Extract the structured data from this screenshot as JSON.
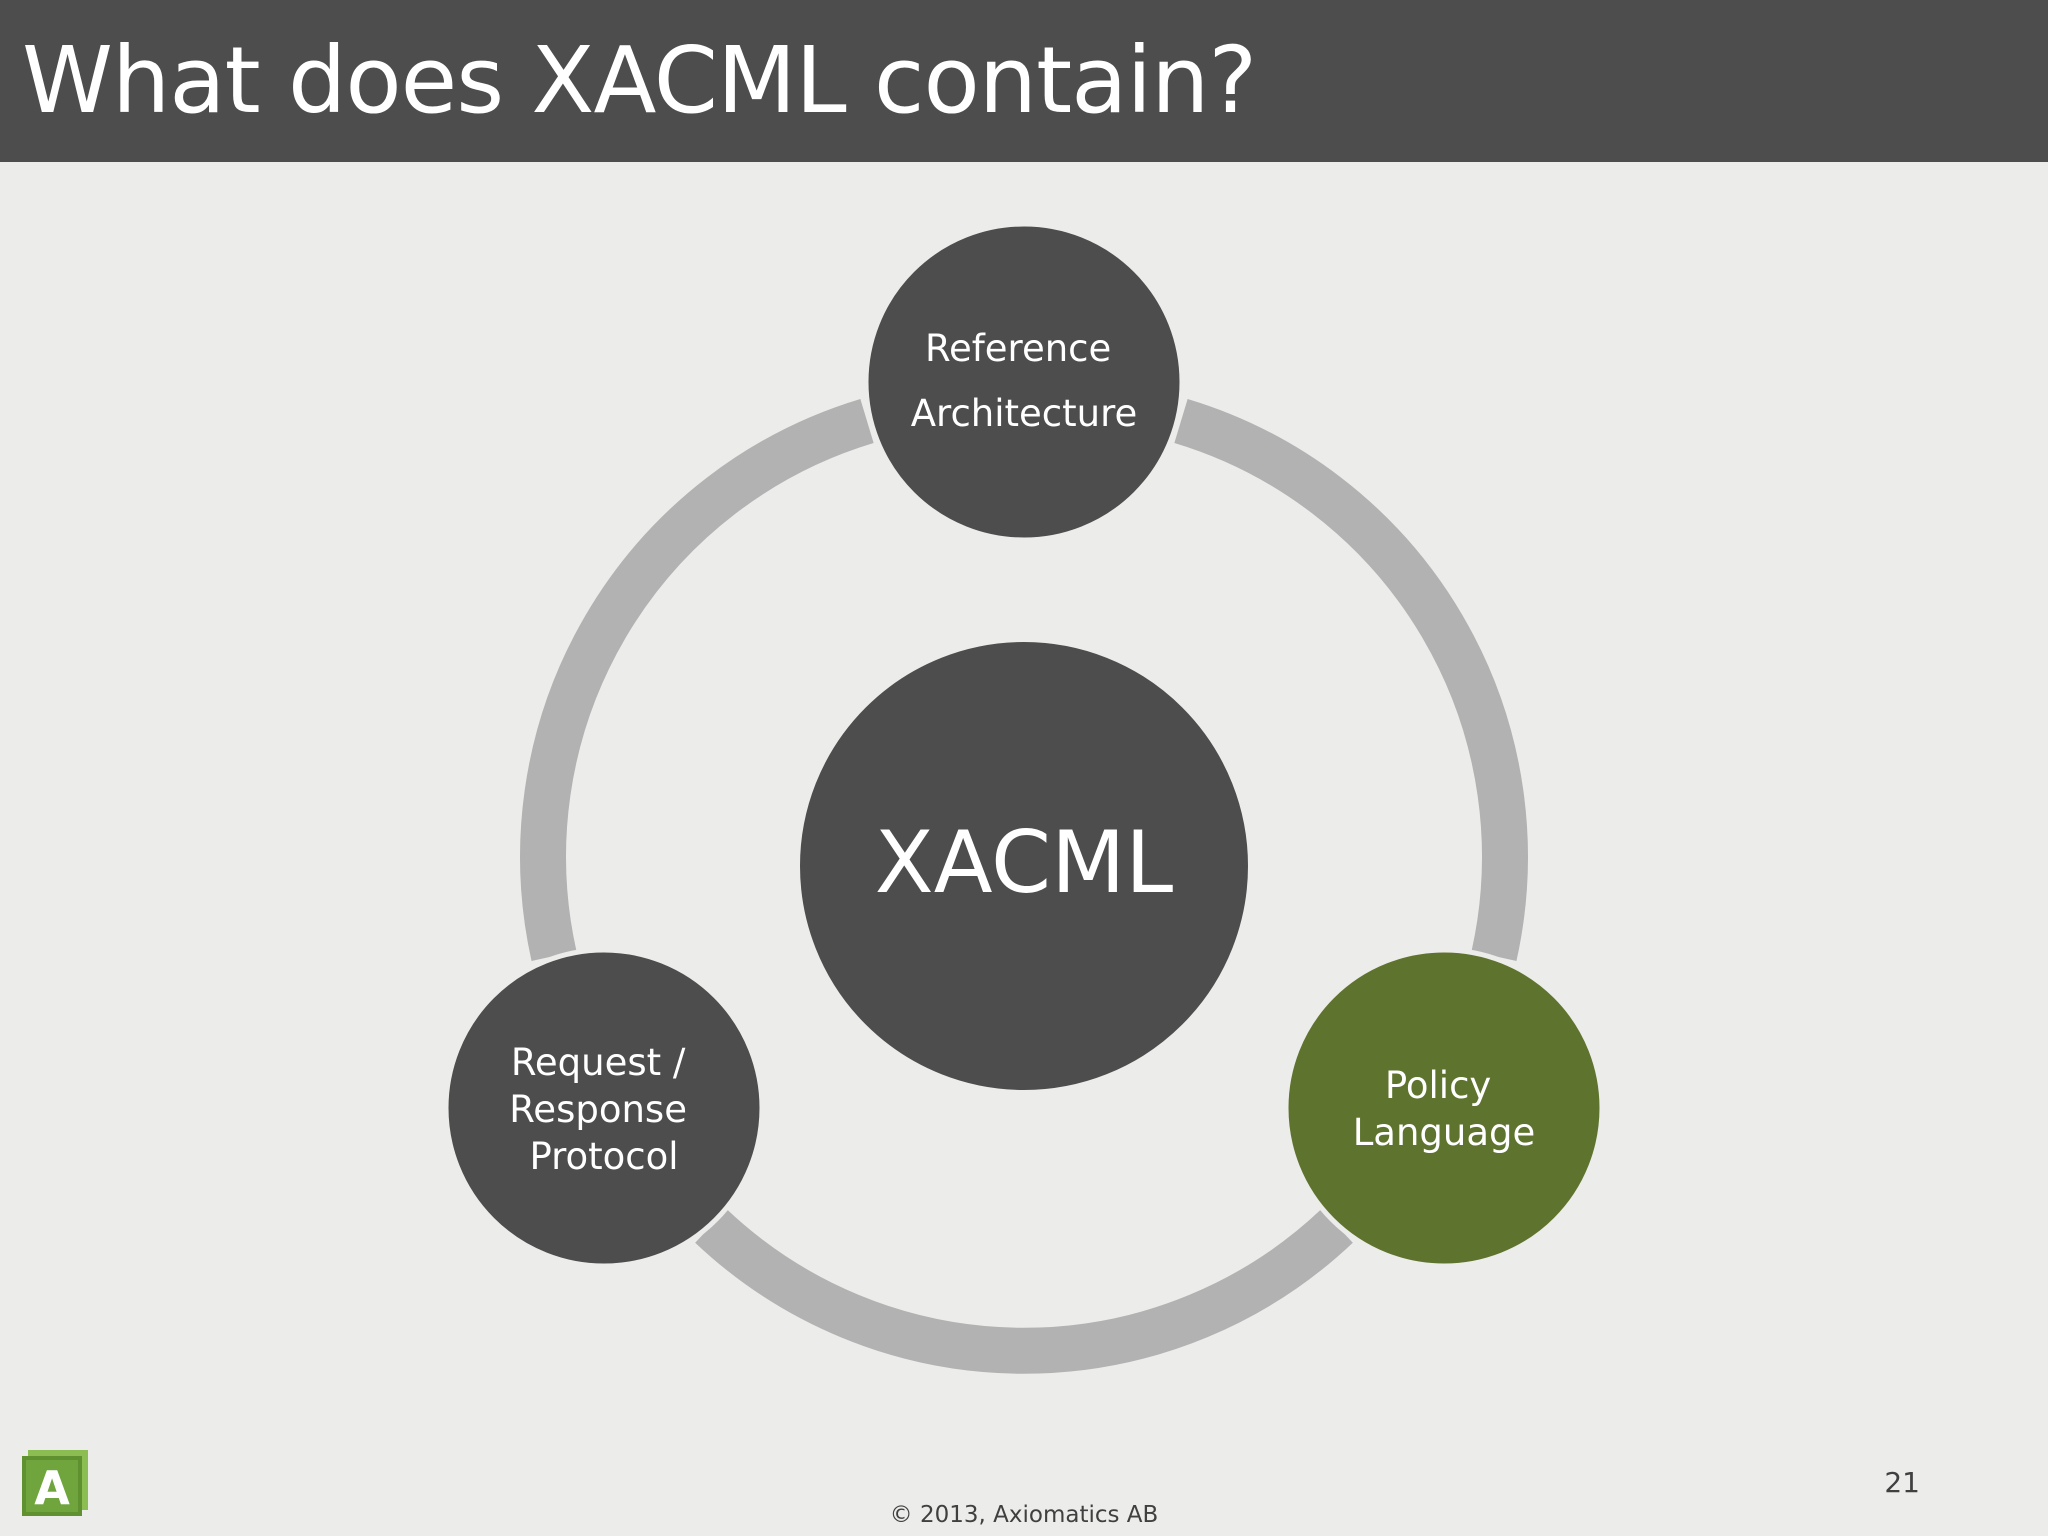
{
  "title": "What does XACML contain?",
  "diagram": {
    "center": "XACML",
    "nodes": [
      {
        "lines": [
          "Reference",
          "Architecture"
        ]
      },
      {
        "lines": [
          "Request /",
          "Response",
          "Protocol"
        ]
      },
      {
        "lines": [
          "Policy",
          "Language"
        ]
      }
    ]
  },
  "colors": {
    "title_bar": "#4d4d4d",
    "background": "#ececea",
    "node_dark": "#4d4d4d",
    "node_highlight": "#5e742e",
    "ring": "#b2b2b2",
    "logo_green": "#6a9a3a"
  },
  "footer": {
    "copyright": "© 2013, Axiomatics AB",
    "page_number": "21"
  },
  "logo": {
    "letter": "A"
  }
}
